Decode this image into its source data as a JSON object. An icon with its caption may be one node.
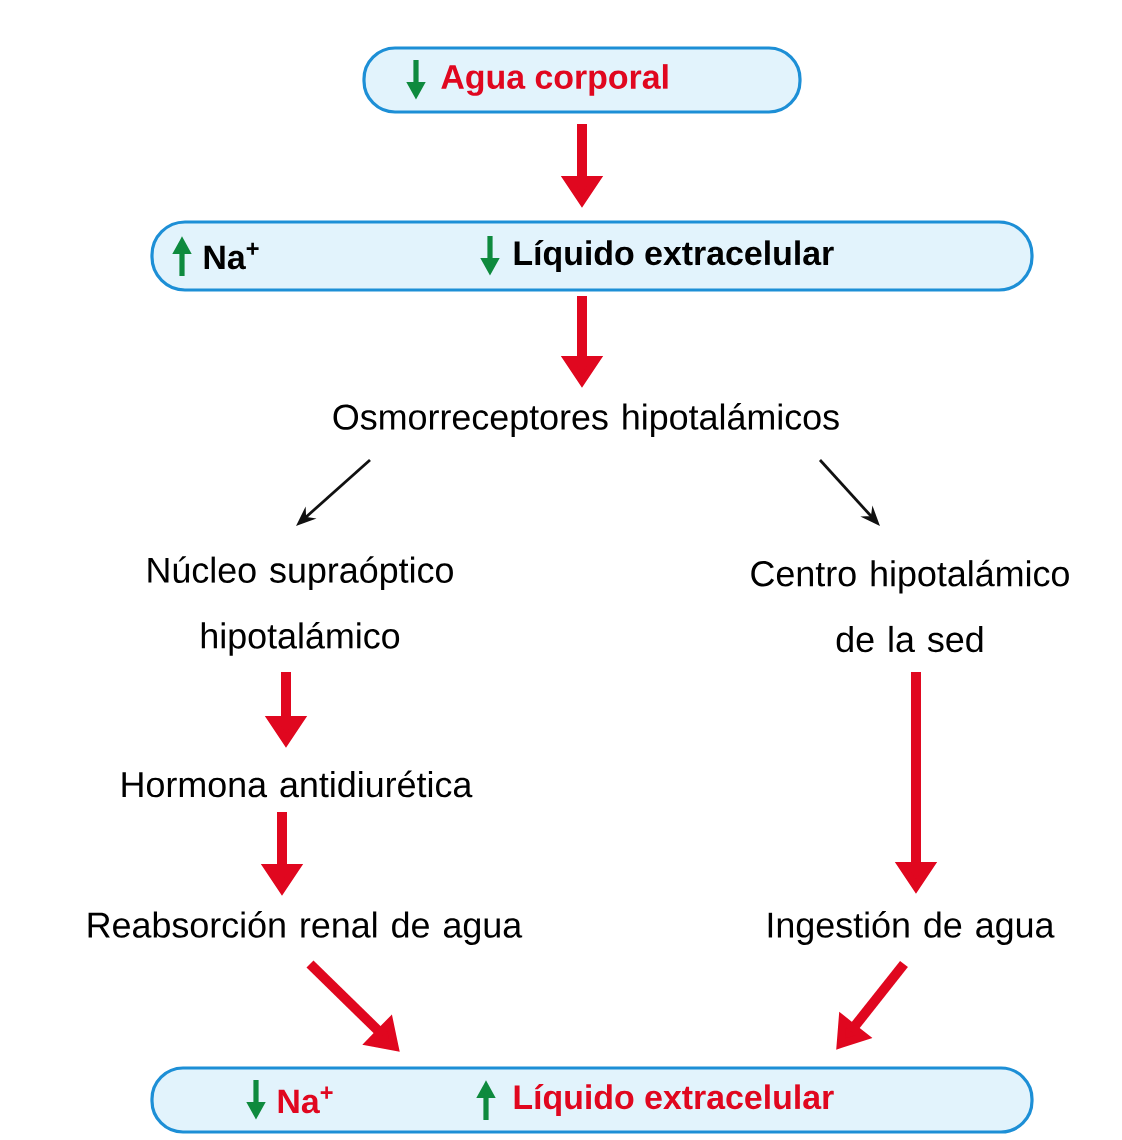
{
  "diagram": {
    "nodes": [
      {
        "text": [
          "Agua corporal"
        ]
      },
      {
        "text": [
          "Na$^{+}$",
          "Líquido extracelular"
        ]
      },
      {
        "text": [
          "Osmorreceptores hipotalámicos"
        ]
      },
      {
        "text": [
          "Núcleo supraóptico hipotalámico"
        ]
      },
      {
        "text": [
          "Centro hipotalámico de la sed"
        ]
      },
      {
        "text": [
          "Hormona antidiurética"
        ]
      },
      {
        "text": [
          "Reabsorción renal de agua"
        ]
      },
      {
        "text": [
          "Ingestión de agua"
        ]
      },
      {
        "text": [
          "Na$^{+}$",
          "Líquido extracelular"
        ]
      }
    ],
    "edges": [
      {
        "from": 0,
        "to": 1,
        "arrow": "to"
      },
      {
        "from": 1,
        "to": 2,
        "arrow": "to"
      },
      {
        "from": 2,
        "to": 3,
        "arrow": "to",
        "color": "#111111"
      },
      {
        "from": 2,
        "to": 4,
        "arrow": "to",
        "color": "#111111"
      },
      {
        "from": 3,
        "to": 5,
        "arrow": "to"
      },
      {
        "from": 5,
        "to": 6,
        "arrow": "to"
      },
      {
        "from": 4,
        "to": 7,
        "arrow": "to"
      },
      {
        "from": 6,
        "to": 8,
        "arrow": "to"
      },
      {
        "from": 7,
        "to": 8,
        "arrow": "to"
      }
    ]
  }
}
